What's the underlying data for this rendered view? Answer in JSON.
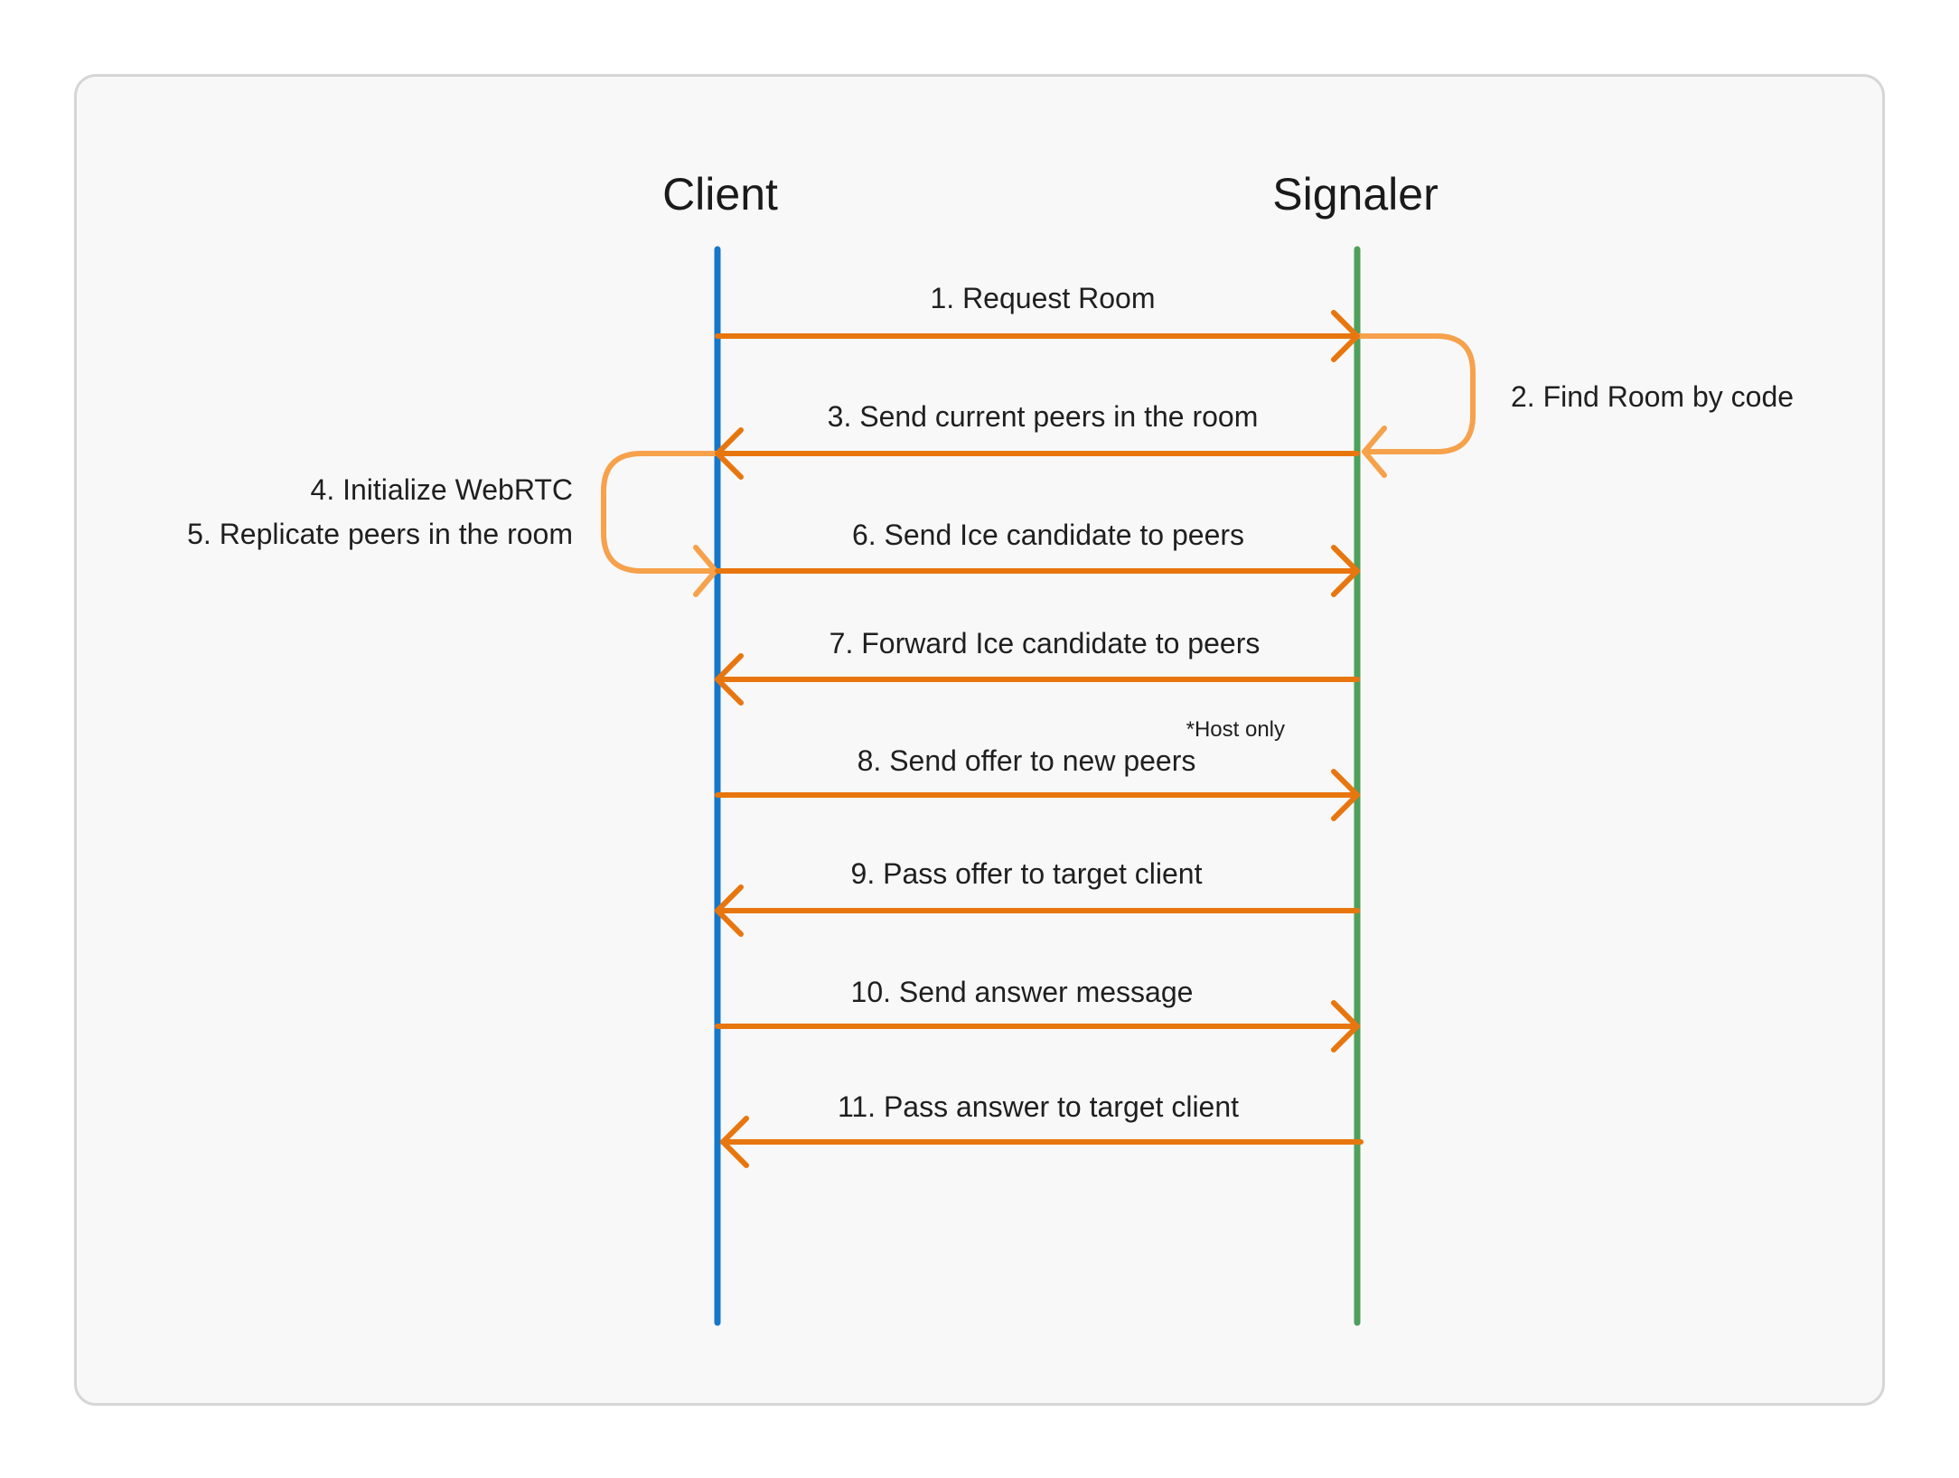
{
  "actors": {
    "client": {
      "label": "Client",
      "color": "#1577c9"
    },
    "signaler": {
      "label": "Signaler",
      "color": "#4ea05a"
    }
  },
  "messages": [
    {
      "id": "m1",
      "from": "client",
      "to": "signaler",
      "label": "1. Request Room"
    },
    {
      "id": "m3",
      "from": "signaler",
      "to": "client",
      "label": "3. Send current peers in the room"
    },
    {
      "id": "m6",
      "from": "client",
      "to": "signaler",
      "label": "6. Send Ice candidate to peers"
    },
    {
      "id": "m7",
      "from": "signaler",
      "to": "client",
      "label": "7. Forward Ice candidate to peers"
    },
    {
      "id": "m8",
      "from": "client",
      "to": "signaler",
      "label": "8. Send offer to new peers",
      "note": "*Host only"
    },
    {
      "id": "m9",
      "from": "signaler",
      "to": "client",
      "label": "9. Pass offer to target client"
    },
    {
      "id": "m10",
      "from": "client",
      "to": "signaler",
      "label": "10. Send answer message"
    },
    {
      "id": "m11",
      "from": "signaler",
      "to": "client",
      "label": "11. Pass answer to target client"
    }
  ],
  "self_steps": [
    {
      "id": "s2",
      "actor": "signaler",
      "labels": [
        "2. Find Room by code"
      ]
    },
    {
      "id": "s45",
      "actor": "client",
      "labels": [
        "4. Initialize WebRTC",
        "5. Replicate peers in the room"
      ]
    }
  ],
  "colors": {
    "message_arrow": "#e8760f",
    "self_arrow": "#f6a14b",
    "background": "#f8f8f8",
    "border": "#d6d6d6"
  }
}
